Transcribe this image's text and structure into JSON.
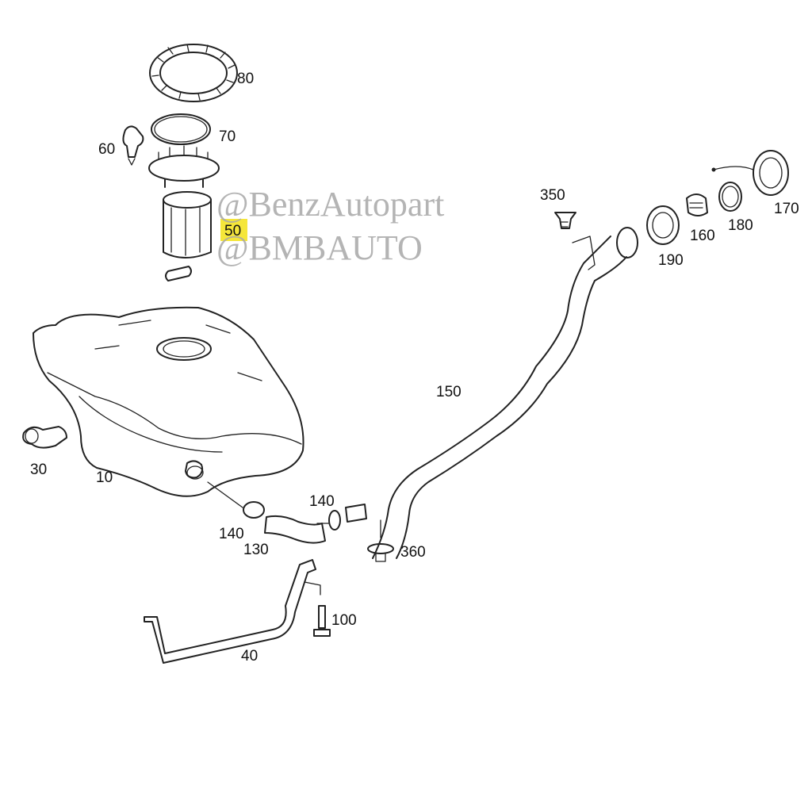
{
  "parts": [
    {
      "id": "80",
      "label": "80"
    },
    {
      "id": "70",
      "label": "70"
    },
    {
      "id": "60",
      "label": "60"
    },
    {
      "id": "50",
      "label": "50",
      "highlighted": true
    },
    {
      "id": "350",
      "label": "350"
    },
    {
      "id": "170",
      "label": "170"
    },
    {
      "id": "180",
      "label": "180"
    },
    {
      "id": "160",
      "label": "160"
    },
    {
      "id": "190",
      "label": "190"
    },
    {
      "id": "150",
      "label": "150"
    },
    {
      "id": "30",
      "label": "30"
    },
    {
      "id": "10",
      "label": "10"
    },
    {
      "id": "140a",
      "label": "140"
    },
    {
      "id": "140b",
      "label": "140"
    },
    {
      "id": "130",
      "label": "130"
    },
    {
      "id": "360",
      "label": "360"
    },
    {
      "id": "100",
      "label": "100"
    },
    {
      "id": "40",
      "label": "40"
    }
  ],
  "watermarks": [
    "@BenzAutopart",
    "@BMBAUTO"
  ],
  "colors": {
    "highlight": "#f5e63a",
    "line": "#222222",
    "watermark": "#a8a8a8"
  }
}
